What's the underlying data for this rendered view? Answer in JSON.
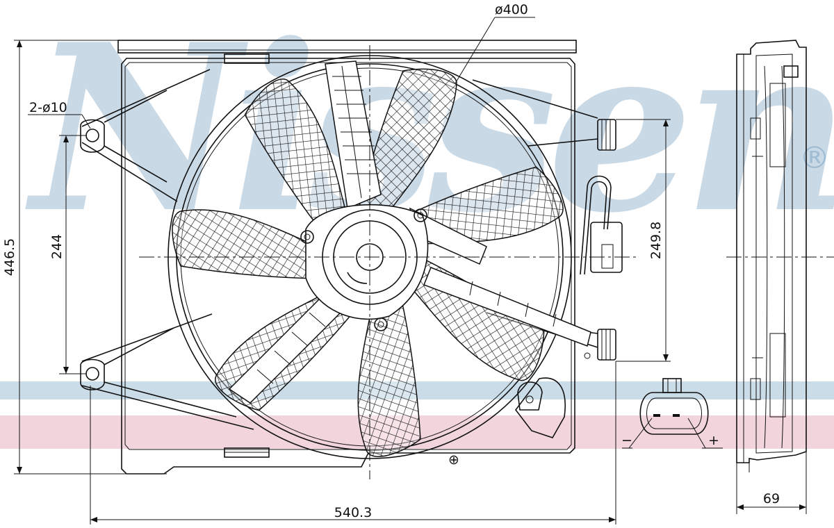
{
  "watermark": {
    "text": "Nissens",
    "registered_mark": "®",
    "color": "#7fa6c4"
  },
  "bands": {
    "blue_color": "#9fbfd6",
    "red_color": "#e3a0b1"
  },
  "dimensions": {
    "fan_diameter": "ø400",
    "mount_holes": "2-ø10",
    "overall_height": "446.5",
    "hole_spacing": "244",
    "connector_spacing": "249.8",
    "overall_width": "540.3",
    "depth": "69"
  },
  "connector": {
    "minus": "−",
    "plus": "+"
  },
  "ground_symbol": "⊕"
}
